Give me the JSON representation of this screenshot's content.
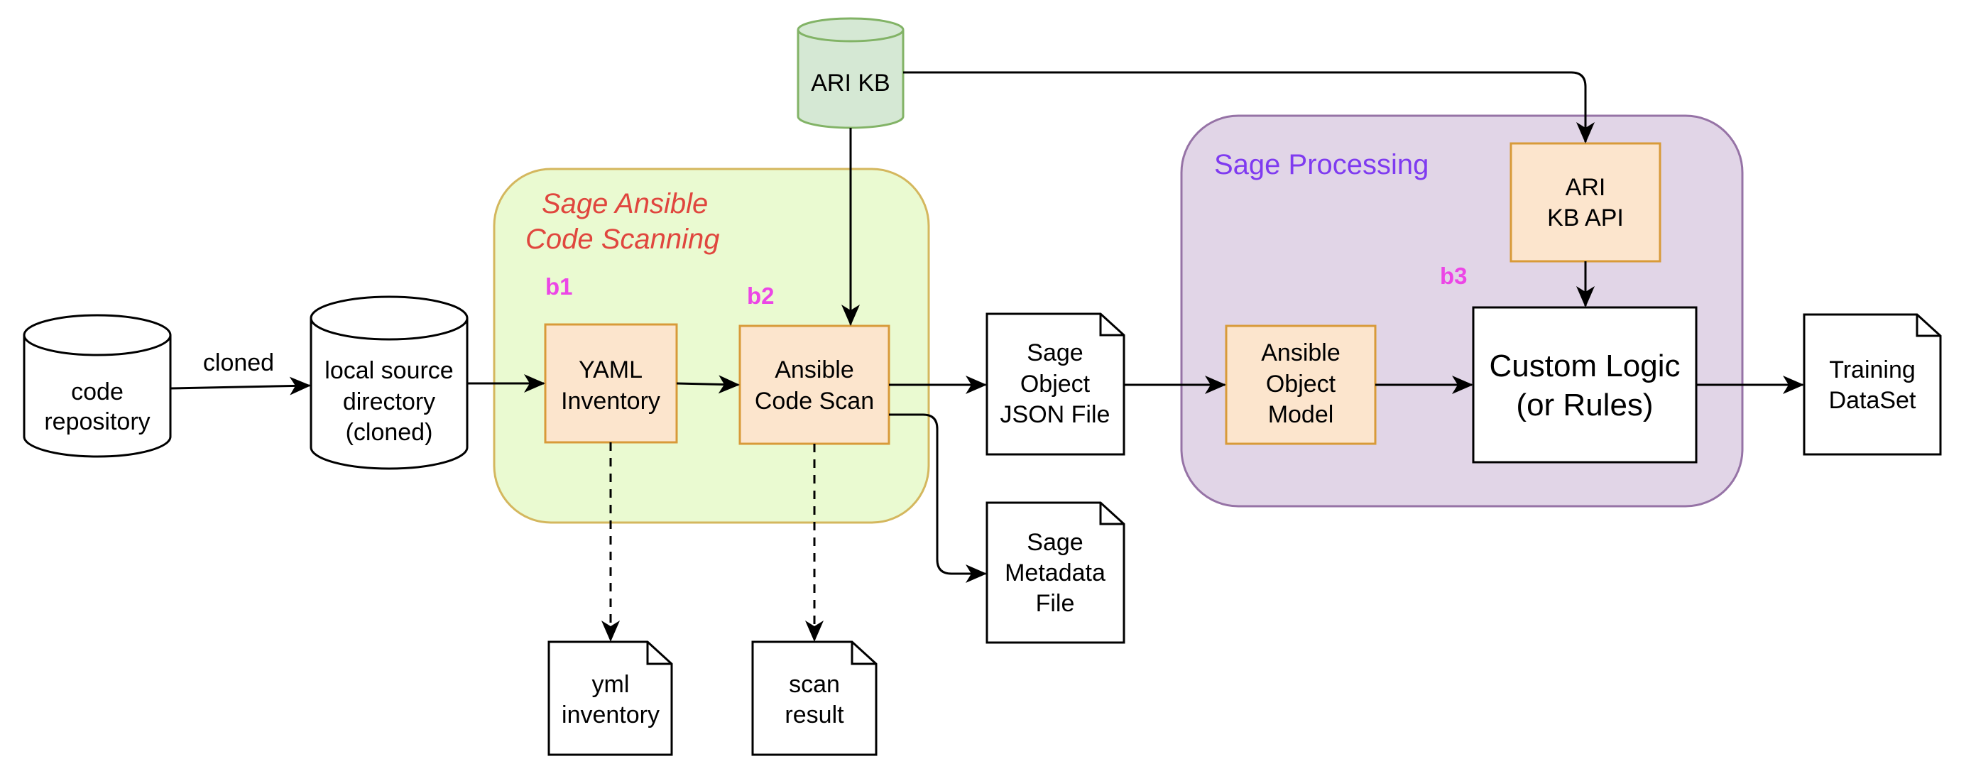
{
  "colors": {
    "scan_group_fill": "#EAFAD1",
    "scan_group_stroke": "#D4B75E",
    "scan_group_title": "#E0463E",
    "processing_group_fill": "#E1D5E7",
    "processing_group_stroke": "#9673A6",
    "processing_group_title": "#7F3BF0",
    "orange_fill": "#FCE5CD",
    "orange_stroke": "#D89A39",
    "kb_fill": "#D5E8D4",
    "kb_stroke": "#82B366",
    "step_marker": "#EC46E6"
  },
  "groups": {
    "scan": {
      "title_line1": "Sage Ansible",
      "title_line2": "Code Scanning"
    },
    "processing": {
      "title": "Sage Processing"
    }
  },
  "steps": {
    "b1": "b1",
    "b2": "b2",
    "b3": "b3"
  },
  "nodes": {
    "code_repository": {
      "line1": "code",
      "line2": "repository"
    },
    "local_source": {
      "line1": "local source",
      "line2": "directory",
      "line3": "(cloned)"
    },
    "yaml_inventory": {
      "line1": "YAML",
      "line2": "Inventory"
    },
    "ansible_code_scan": {
      "line1": "Ansible",
      "line2": "Code Scan"
    },
    "ari_kb": {
      "label": "ARI KB"
    },
    "sage_object_json": {
      "line1": "Sage",
      "line2": "Object",
      "line3": "JSON File"
    },
    "sage_metadata": {
      "line1": "Sage",
      "line2": "Metadata",
      "line3": "File"
    },
    "yml_inventory": {
      "line1": "yml",
      "line2": "inventory"
    },
    "scan_result": {
      "line1": "scan",
      "line2": "result"
    },
    "ari_kb_api": {
      "line1": "ARI",
      "line2": "KB API"
    },
    "ansible_object_model": {
      "line1": "Ansible",
      "line2": "Object",
      "line3": "Model"
    },
    "custom_logic": {
      "line1": "Custom Logic",
      "line2": "(or Rules)"
    },
    "training_dataset": {
      "line1": "Training",
      "line2": "DataSet"
    }
  },
  "edges": {
    "cloned_label": "cloned"
  }
}
